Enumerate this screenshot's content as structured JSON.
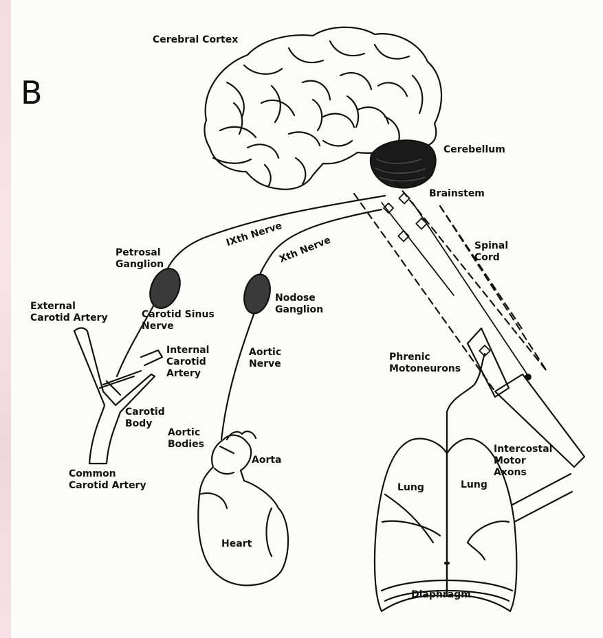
{
  "panel_letter": "B",
  "labels": {
    "cerebral_cortex": "Cerebral Cortex",
    "cerebellum": "Cerebellum",
    "brainstem": "Brainstem",
    "ixth_nerve": "IXth Nerve",
    "xth_nerve": "Xth Nerve",
    "spinal_cord": "Spinal\nCord",
    "petrosal_ganglion": "Petrosal\nGanglion",
    "nodose_ganglion": "Nodose\nGanglion",
    "external_carotid_artery": "External\nCarotid Artery",
    "carotid_sinus_nerve": "Carotid Sinus\nNerve",
    "internal_carotid_artery": "Internal\nCarotid\nArtery",
    "aortic_nerve": "Aortic\nNerve",
    "carotid_body": "Carotid\nBody",
    "aortic_bodies": "Aortic\nBodies",
    "aorta": "Aorta",
    "common_carotid_artery": "Common\nCarotid Artery",
    "heart": "Heart",
    "phrenic_motoneurons": "Phrenic\nMotoneurons",
    "intercostal_motor_axons": "Intercostal\nMotor\nAxons",
    "lung_left": "Lung",
    "lung_right": "Lung",
    "diaphragm": "Diaphragm"
  },
  "colors": {
    "ink": "#111111",
    "paper": "#fbfbf8",
    "left_edge": "#f3dbe0"
  }
}
